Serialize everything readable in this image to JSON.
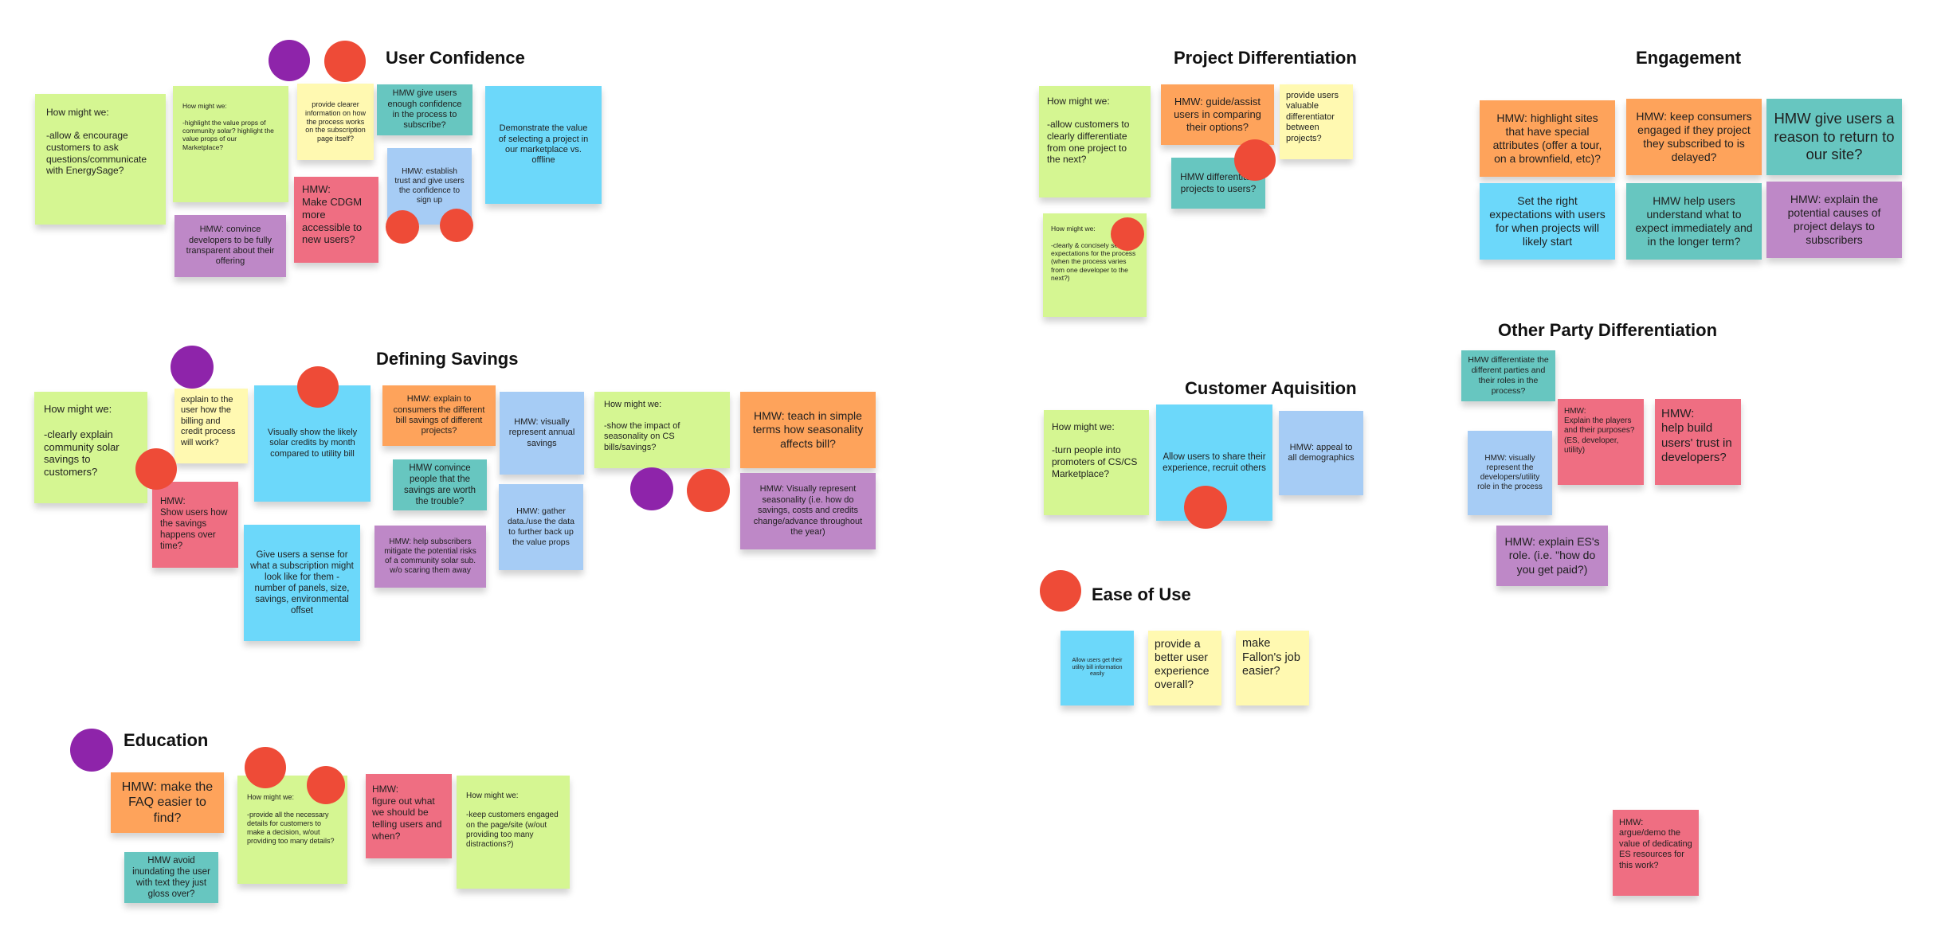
{
  "sections": {
    "user_confidence": "User Confidence",
    "defining_savings": "Defining Savings",
    "education": "Education",
    "project_differentiation": "Project Differentiation",
    "engagement": "Engagement",
    "other_party": "Other Party Differentiation",
    "customer_acquisition": "Customer Aquisition",
    "ease_of_use": "Ease of Use"
  },
  "notes": {
    "uc1": "How might we:\n\n-allow & encourage customers to ask questions/communicate with EnergySage?",
    "uc2": "How might we:\n\n-highlight the value props of community solar? highlight the value props of our Marketplace?",
    "uc3": "provide clearer information on how the process works on the subscription page itself?",
    "uc4": "HMW give users enough confidence in the process to subscribe?",
    "uc5": "Demonstrate the value of selecting a project in our marketplace vs. offline",
    "uc6": "HMW: establish trust and give users the confidence to sign up",
    "uc7": "HMW:\nMake CDGM more accessible to new users?",
    "uc8": "HMW: convince developers to be fully transparent about their offering",
    "ds1": "How might we:\n\n-clearly explain community solar savings to customers?",
    "ds2": "explain to the user how the billing and credit process will work?",
    "ds3": "Visually show the likely solar credits by month compared to utility bill",
    "ds4": "HMW: explain to consumers the different bill savings of different projects?",
    "ds5": "HMW: visually represent annual savings",
    "ds6": "How might we:\n\n-show the impact of seasonality on CS bills/savings?",
    "ds7": "HMW: teach in simple terms how seasonality affects bill?",
    "ds8": "HMW convince people that the savings are worth the trouble?",
    "ds9": "HMW:\nShow users how the savings happens over time?",
    "ds10": "HMW: gather data./use the data to further back up the value props",
    "ds11": "HMW: Visually represent seasonality (i.e. how do savings, costs and credits change/advance throughout the year)",
    "ds12": "HMW: help subscribers mitigate the potential risks of a community solar sub. w/o scaring them away",
    "ds13": "Give users a sense for what a subscription might look like for them - number of panels, size, savings, environmental offset",
    "ed1": "HMW: make the FAQ easier to find?",
    "ed2": "How might we:\n\n-provide all the necessary details for customers to make a decision, w/out providing too many details?",
    "ed3": "HMW:\nfigure out what we should be telling users and when?",
    "ed4": "How might we:\n\n-keep customers engaged on the page/site (w/out providing too many distractions?)",
    "ed5": "HMW avoid inundating the user with text they just gloss over?",
    "pd1": "How might we:\n\n-allow customers to clearly differentiate from one project to the next?",
    "pd2": "HMW: guide/assist users in comparing their options?",
    "pd3": "provide users valuable differentiator between projects?",
    "pd4": "HMW differentiate projects to users?",
    "pd5": "How might we:\n\n-clearly & concisely set expectations for the process (when the process varies from one developer to the next?)",
    "ca1": "How might we:\n\n-turn people into promoters of CS/CS Marketplace?",
    "ca2": "Allow users to share their experience, recruit others",
    "ca3": "HMW: appeal to all demographics",
    "eu1": "Allow users get their utility bill information easily",
    "eu2": "provide a better user experience overall?",
    "eu3": "make Fallon's job easier?",
    "en1": "HMW: highlight sites that have special attributes (offer a tour, on a brownfield, etc)?",
    "en2": "HMW: keep consumers engaged if they project they subscribed to is delayed?",
    "en3": "HMW give users a reason to return to our site?",
    "en4": "Set the right expectations with users for when projects will likely start",
    "en5": "HMW help users understand what to expect immediately and in the longer term?",
    "en6": "HMW: explain the potential causes of project delays to subscribers",
    "op1": "HMW differentiate the different parties and their roles in the process?",
    "op2": "HMW: visually represent the developers/utility role in the process",
    "op3": "HMW:\nExplain the players and their purposes? (ES, developer, utility)",
    "op4": "HMW:\nhelp build users' trust in developers?",
    "op5": "HMW: explain ES's role. (i.e. \"how do you get paid?)",
    "misc1": "HMW:\nargue/demo the value of dedicating  ES resources for this work?"
  },
  "colors": {
    "green": "#d5f692",
    "orange": "#fea35b",
    "yellow": "#fff9b1",
    "teal": "#67c6c0",
    "blue": "#6cd8fa",
    "light_blue": "#a6ccf5",
    "violet": "#be88c7",
    "pink": "#ef6e82",
    "vote_red": "#ee4b37",
    "vote_purple": "#8e24aa"
  }
}
